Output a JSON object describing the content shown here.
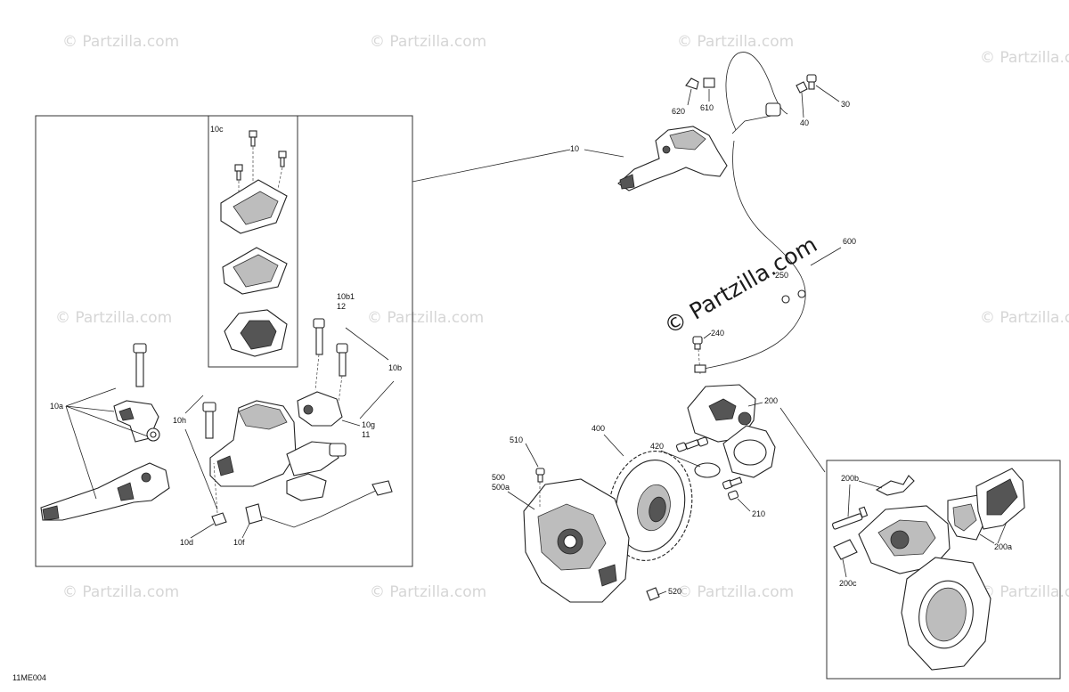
{
  "diagram_code": "11ME004",
  "watermark_text": "© Partzilla.com",
  "center_watermark_text": "© Partzilla.com",
  "callouts": {
    "c10": "10",
    "c10a": "10a",
    "c10b": "10b",
    "c10b1": "10b1",
    "c12": "12",
    "c10c": "10c",
    "c10d": "10d",
    "c10f": "10f",
    "c10g": "10g",
    "c11": "11",
    "c10h": "10h",
    "c30": "30",
    "c40": "40",
    "c600": "600",
    "c610": "610",
    "c620": "620",
    "c240": "240",
    "c200": "200",
    "c200a": "200a",
    "c200b": "200b",
    "c200c": "200c",
    "c210": "210",
    "c400": "400",
    "c420": "420",
    "c500": "500",
    "c500a": "500a",
    "c510": "510",
    "c520": "520",
    "c250": "250"
  }
}
